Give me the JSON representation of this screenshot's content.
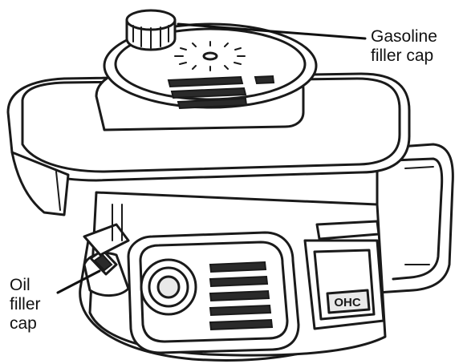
{
  "labels": {
    "gasoline_cap": [
      "Gasoline",
      "filler cap"
    ],
    "oil_cap": [
      "Oil",
      "filler",
      "cap"
    ],
    "engine_badge": "OHC"
  },
  "colors": {
    "ink": "#1a1a1a",
    "paper": "#ffffff",
    "shade": "#e9e9e9"
  }
}
